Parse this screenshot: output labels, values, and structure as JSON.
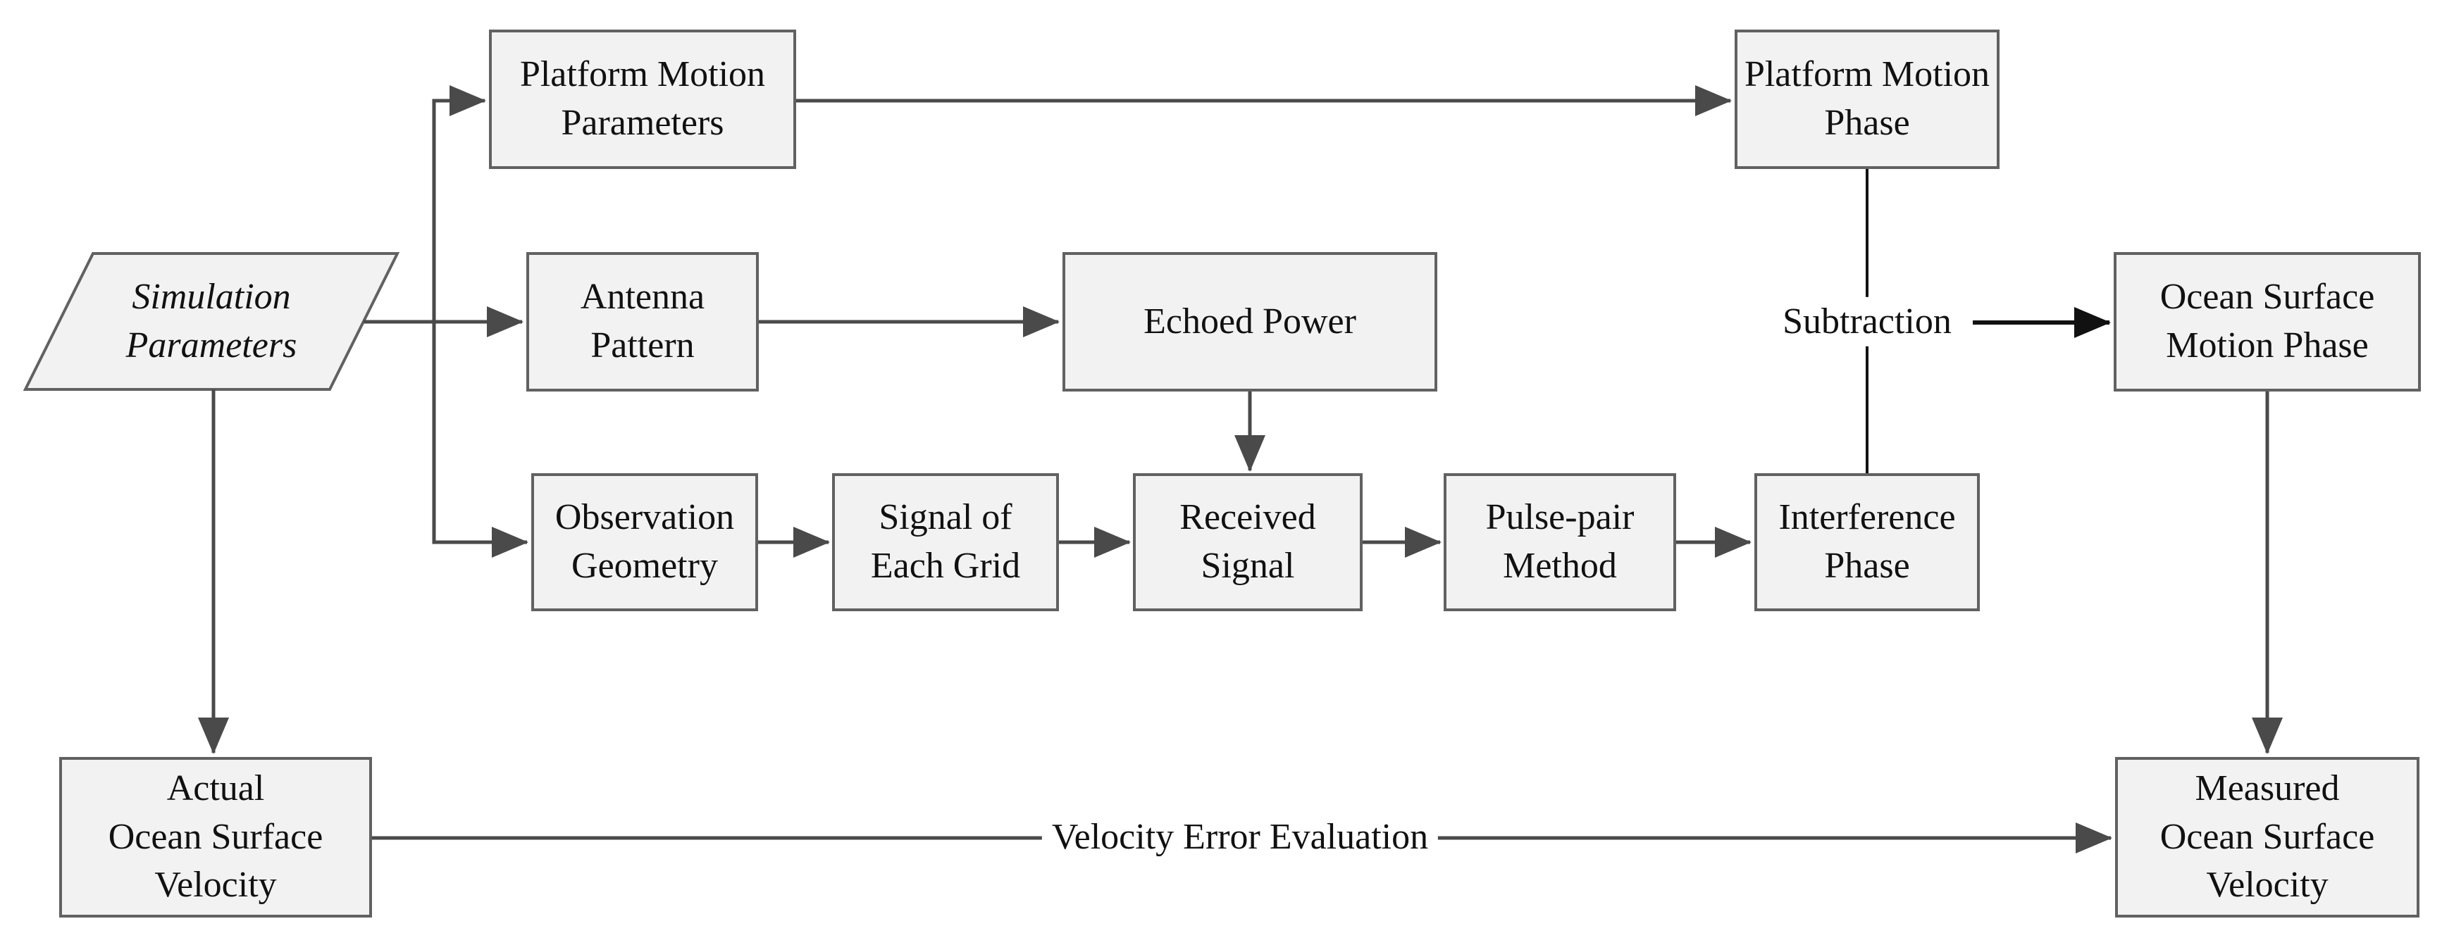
{
  "page": {
    "background": "#ffffff"
  },
  "palette": {
    "node_fill": "#f2f2f2",
    "node_border": "#616161",
    "connector_gray": "#4a4a4a",
    "connector_black": "#111111",
    "text_color": "#111111"
  },
  "nodes": {
    "sim_parameters": {
      "label": "Simulation\nParameters",
      "shape": "parallelogram"
    },
    "platform_motion_parameters": {
      "label": "Platform Motion\nParameters",
      "shape": "rect"
    },
    "antenna_pattern": {
      "label": "Antenna\nPattern",
      "shape": "rect"
    },
    "echoed_power": {
      "label": "Echoed Power",
      "shape": "rect"
    },
    "observation_geometry": {
      "label": "Observation\nGeometry",
      "shape": "rect"
    },
    "signal_of_each_grid": {
      "label": "Signal of\nEach Grid",
      "shape": "rect"
    },
    "received_signal": {
      "label": "Received\nSignal",
      "shape": "rect"
    },
    "pulse_pair_method": {
      "label": "Pulse-pair\nMethod",
      "shape": "rect"
    },
    "interference_phase": {
      "label": "Interference\nPhase",
      "shape": "rect"
    },
    "platform_motion_phase": {
      "label": "Platform Motion\nPhase",
      "shape": "rect"
    },
    "ocean_surface_motion_phase": {
      "label": "Ocean Surface\nMotion Phase",
      "shape": "rect"
    },
    "actual_ocean_surface_velocity": {
      "label": "Actual\nOcean Surface\nVelocity",
      "shape": "rect"
    },
    "measured_ocean_surface_velocity": {
      "label": "Measured\nOcean Surface\nVelocity",
      "shape": "rect"
    }
  },
  "edge_labels": {
    "subtraction": "Subtraction",
    "velocity_error_evaluation": "Velocity Error Evaluation"
  }
}
